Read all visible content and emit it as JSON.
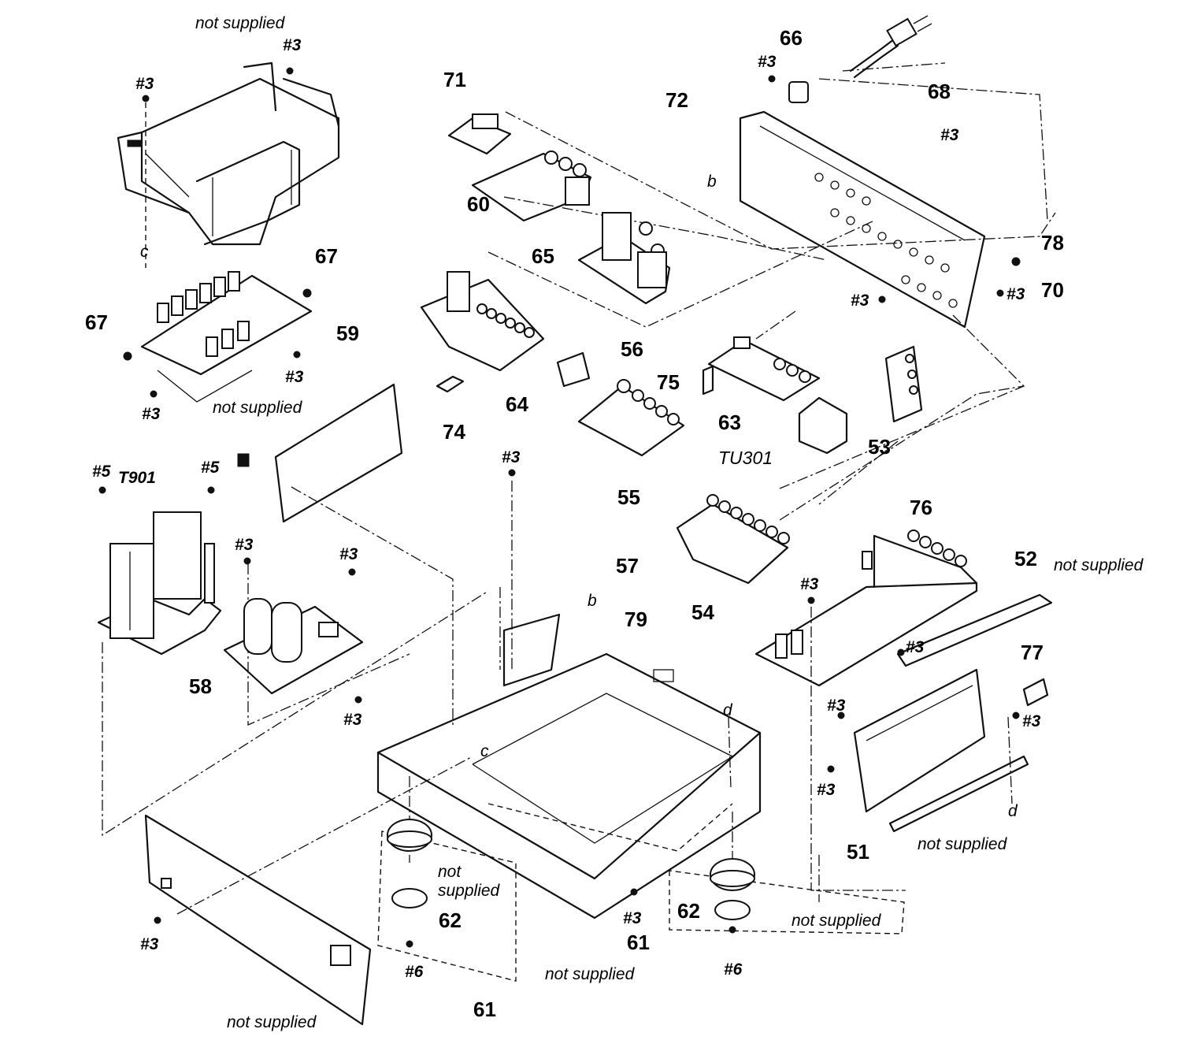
{
  "diagram": {
    "note_label": "not supplied",
    "part_labels": {
      "p51": "51",
      "p52": "52",
      "p53": "53",
      "p54": "54",
      "p55": "55",
      "p56": "56",
      "p57": "57",
      "p58": "58",
      "p59": "59",
      "p60": "60",
      "p61": "61",
      "p62": "62",
      "p63": "63",
      "p64": "64",
      "p65": "65",
      "p66": "66",
      "p67": "67",
      "p68": "68",
      "p70": "70",
      "p71": "71",
      "p72": "72",
      "p74": "74",
      "p75": "75",
      "p76": "76",
      "p77": "77",
      "p78": "78",
      "p79": "79"
    },
    "component_labels": {
      "tuner": "TU301",
      "transformer": "T901"
    },
    "screw_labels": {
      "s3": "#3",
      "s5": "#5",
      "s6": "#6"
    },
    "reference_marks": {
      "b": "b",
      "c": "c",
      "d": "d"
    }
  }
}
